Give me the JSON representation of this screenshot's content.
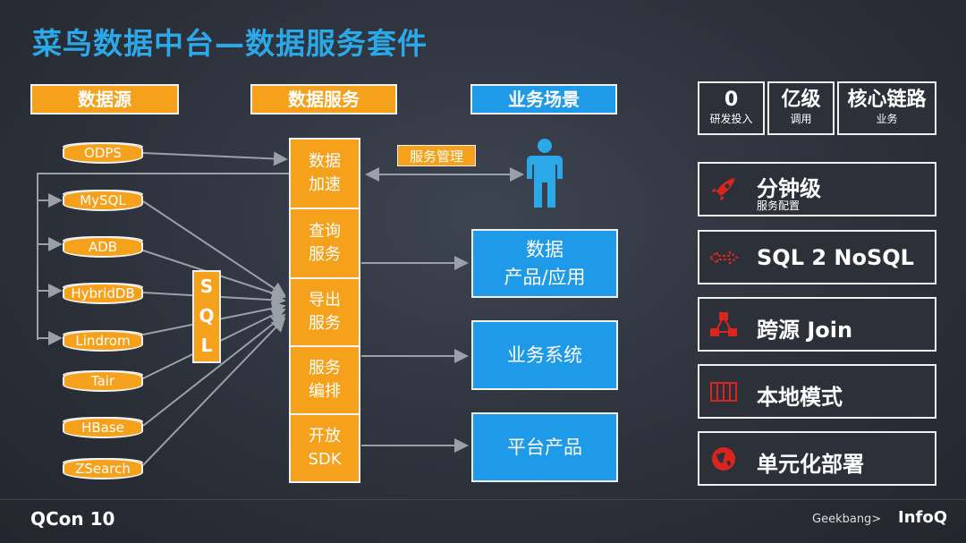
{
  "title": "菜鸟数据中台—数据服务套件",
  "headers": {
    "sources": "数据源",
    "services": "数据服务",
    "scenarios": "业务场景"
  },
  "sources": [
    "ODPS",
    "MySQL",
    "ADB",
    "HybridDB",
    "Lindrom",
    "Tair",
    "HBase",
    "ZSearch"
  ],
  "sql_letters": [
    "S",
    "Q",
    "L"
  ],
  "services": [
    {
      "line1": "数据",
      "line2": "加速"
    },
    {
      "line1": "查询",
      "line2": "服务"
    },
    {
      "line1": "导出",
      "line2": "服务"
    },
    {
      "line1": "服务",
      "line2": "编排"
    },
    {
      "line1": "开放",
      "line2": "SDK"
    }
  ],
  "service_management": "服务管理",
  "apps": [
    {
      "line1": "数据",
      "line2": "产品/应用"
    },
    {
      "line1": "业务系统",
      "line2": ""
    },
    {
      "line1": "平台产品",
      "line2": ""
    }
  ],
  "stats": [
    {
      "big": "0",
      "small": "研发投入"
    },
    {
      "big": "亿级",
      "small": "调用"
    },
    {
      "big": "核心链路",
      "small": "业务"
    }
  ],
  "features": [
    {
      "title": "分钟级",
      "subtitle": "服务配置",
      "icon": "rocket-icon"
    },
    {
      "title": "SQL 2 NoSQL",
      "subtitle": "",
      "icon": "arrows-icon"
    },
    {
      "title": "跨源 Join",
      "subtitle": "",
      "icon": "network-icon"
    },
    {
      "title": "本地模式",
      "subtitle": "",
      "icon": "server-icon"
    },
    {
      "title": "单元化部署",
      "subtitle": "",
      "icon": "globe-icon"
    }
  ],
  "footer": {
    "left_logo": "QCon 10",
    "right_brand": "Geekbang>",
    "right_logo": "InfoQ"
  },
  "colors": {
    "title": "#2aa8e8",
    "orange": "#f5a11c",
    "blue": "#1f9ae8",
    "accent_red": "#d9251d"
  }
}
